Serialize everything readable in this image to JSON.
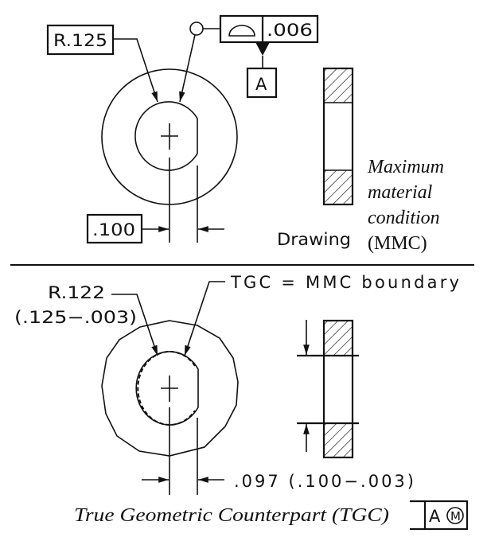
{
  "drawing": {
    "radius_label": "R.125",
    "tolerance_value": ".006",
    "tolerance_symbol": "profile-of-surface-icon",
    "datum": "A",
    "width_label": ".100",
    "view_label": "Drawing",
    "mmc_lines": [
      "Maximum",
      "material",
      "condition"
    ],
    "mmc_abbrev": "(MMC)"
  },
  "tgc": {
    "radius_label": "R.122",
    "radius_calc": "(.125−.003)",
    "boundary_label": "TGC = MMC boundary",
    "width_label": ".097 (.100−.003)",
    "caption": "True Geometric Counterpart (TGC)",
    "datum_ref": "A",
    "modifier": "M"
  }
}
